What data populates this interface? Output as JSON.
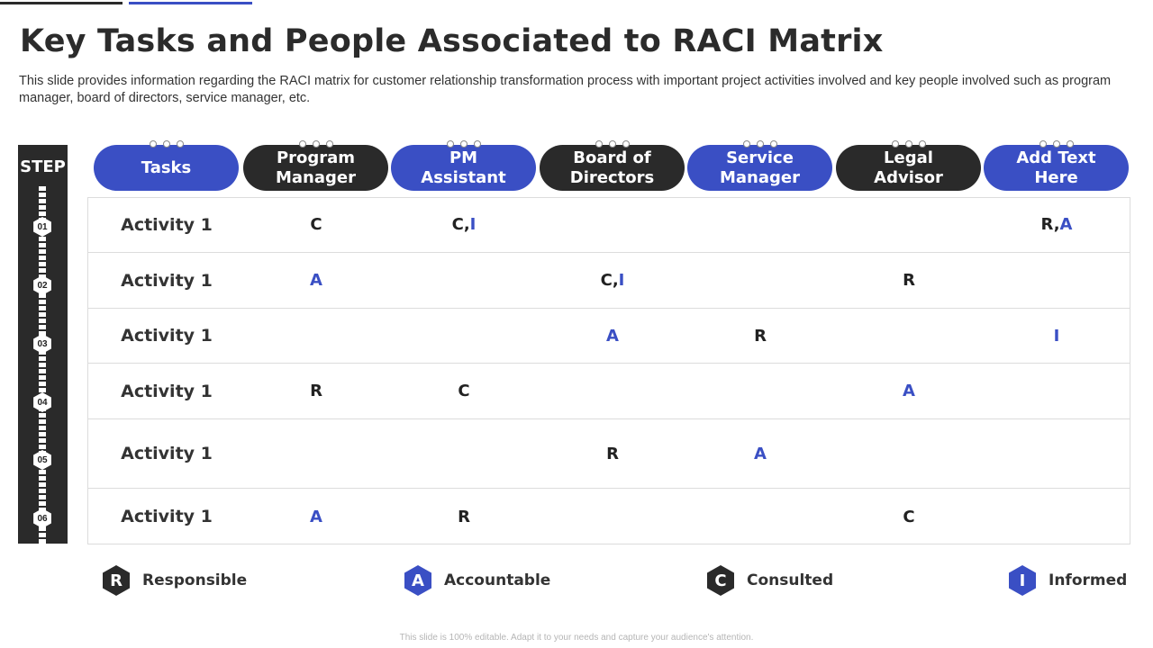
{
  "slide": {
    "title": "Key Tasks and People Associated to RACI Matrix",
    "subtitle": "This slide provides information regarding the RACI matrix for customer relationship transformation process with important project activities involved and key people involved such as program manager, board of directors, service manager, etc.",
    "footer": "This slide is 100% editable. Adapt it to your needs and capture your audience's attention."
  },
  "colors": {
    "accent": "#3a4fc4",
    "dark": "#2a2a2a"
  },
  "step": {
    "label": "STEP",
    "nodes": [
      "01",
      "02",
      "03",
      "04",
      "05",
      "06"
    ]
  },
  "headers": [
    {
      "label": "Tasks",
      "style": "blue"
    },
    {
      "label": "Program Manager",
      "style": "dark"
    },
    {
      "label": "PM Assistant",
      "style": "blue"
    },
    {
      "label": "Board of Directors",
      "style": "dark"
    },
    {
      "label": "Service Manager",
      "style": "blue"
    },
    {
      "label": "Legal Advisor",
      "style": "dark"
    },
    {
      "label": "Add Text Here",
      "style": "blue"
    }
  ],
  "rows": [
    {
      "task": "Activity 1",
      "cells": [
        {
          "col": 1,
          "parts": [
            [
              "C",
              "dark"
            ]
          ]
        },
        {
          "col": 2,
          "parts": [
            [
              "C,",
              "dark"
            ],
            [
              "I",
              "blue"
            ]
          ]
        },
        {
          "col": 6,
          "parts": [
            [
              "R,",
              "dark"
            ],
            [
              "A",
              "blue"
            ]
          ]
        }
      ]
    },
    {
      "task": "Activity 1",
      "cells": [
        {
          "col": 1,
          "parts": [
            [
              "A",
              "blue"
            ]
          ]
        },
        {
          "col": 3,
          "parts": [
            [
              "C,",
              "dark"
            ],
            [
              "I",
              "blue"
            ]
          ]
        },
        {
          "col": 5,
          "parts": [
            [
              "R",
              "dark"
            ]
          ]
        }
      ]
    },
    {
      "task": "Activity 1",
      "cells": [
        {
          "col": 3,
          "parts": [
            [
              "A",
              "blue"
            ]
          ]
        },
        {
          "col": 4,
          "parts": [
            [
              "R",
              "dark"
            ]
          ]
        },
        {
          "col": 6,
          "parts": [
            [
              "I",
              "blue"
            ]
          ]
        }
      ]
    },
    {
      "task": "Activity 1",
      "cells": [
        {
          "col": 1,
          "parts": [
            [
              "R",
              "dark"
            ]
          ]
        },
        {
          "col": 2,
          "parts": [
            [
              "C",
              "dark"
            ]
          ]
        },
        {
          "col": 5,
          "parts": [
            [
              "A",
              "blue"
            ]
          ]
        }
      ]
    },
    {
      "task": "Activity 1",
      "cells": [
        {
          "col": 3,
          "parts": [
            [
              "R",
              "dark"
            ]
          ]
        },
        {
          "col": 4,
          "parts": [
            [
              "A",
              "blue"
            ]
          ]
        }
      ]
    },
    {
      "task": "Activity 1",
      "cells": [
        {
          "col": 1,
          "parts": [
            [
              "A",
              "blue"
            ]
          ]
        },
        {
          "col": 2,
          "parts": [
            [
              "R",
              "dark"
            ]
          ]
        },
        {
          "col": 5,
          "parts": [
            [
              "C",
              "dark"
            ]
          ]
        }
      ]
    }
  ],
  "legend": [
    {
      "letter": "R",
      "label": "Responsible",
      "style": "dark"
    },
    {
      "letter": "A",
      "label": "Accountable",
      "style": "blue"
    },
    {
      "letter": "C",
      "label": "Consulted",
      "style": "dark"
    },
    {
      "letter": "I",
      "label": "Informed",
      "style": "blue"
    }
  ]
}
